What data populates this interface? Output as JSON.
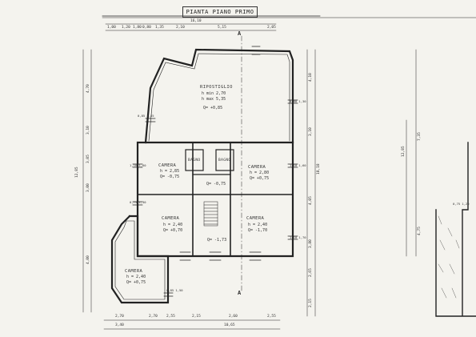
{
  "title": "PIANTA PIANO PRIMO",
  "section_mark": "A",
  "rooms": {
    "ripostiglio": {
      "name": "RIPOSTIGLIO",
      "h_min": "h min 2,70",
      "h_max": "h max 5,35",
      "q": "Q= +0,85"
    },
    "camera_nw": {
      "name": "CAMERA",
      "h": "h = 2,85",
      "q": "Q= -0,75"
    },
    "bagno_1": {
      "name": "BAGNO"
    },
    "bagno_2": {
      "name": "BAGNO"
    },
    "camera_ne": {
      "name": "CAMERA",
      "h": "h = 2,80",
      "q": "Q= +0,75"
    },
    "corridor": {
      "q": "Q= -0,75"
    },
    "camera_w": {
      "name": "CAMERA",
      "h": "h = 2,40",
      "q": "Q= +0,70"
    },
    "landing": {
      "q": "Q= -1,73"
    },
    "camera_e": {
      "name": "CAMERA",
      "h": "h = 2,40",
      "q": "Q= -1,70"
    },
    "camera_sw": {
      "name": "CAMERA",
      "h": "h = 2,40",
      "q": "Q= +0,75"
    }
  },
  "dims_top": {
    "total": "16,10",
    "parts": [
      "1,00",
      "1,20",
      "1,80",
      "0,80",
      "1,35",
      "2,10",
      "5,15",
      "2,05"
    ]
  },
  "dims_bottom": {
    "row1": [
      "2,70",
      "2,70",
      "2,55",
      "2,15",
      "2,60",
      "2,55"
    ],
    "row2": [
      "3,40",
      "10,65"
    ]
  },
  "dims_left": {
    "total": "12,85",
    "parts": [
      "4,70",
      "3,10",
      "3,05",
      "3,00",
      "4,00"
    ]
  },
  "dims_right": {
    "total": "18,18",
    "parts": [
      "4,10",
      "3,10",
      "4,05",
      "3,80",
      "2,65",
      "2,15"
    ]
  },
  "openings": [
    "0,85 1,45",
    "1,10 1,60",
    "1,10 1,60",
    "0,75 1,30",
    "0,80 1,30",
    "0,85 1,50",
    "1,10 1,70"
  ],
  "side_elevation": {
    "height_total": "12,85",
    "part_1": "7,35",
    "part_2": "4,75",
    "opening": "0,75 1,20"
  }
}
